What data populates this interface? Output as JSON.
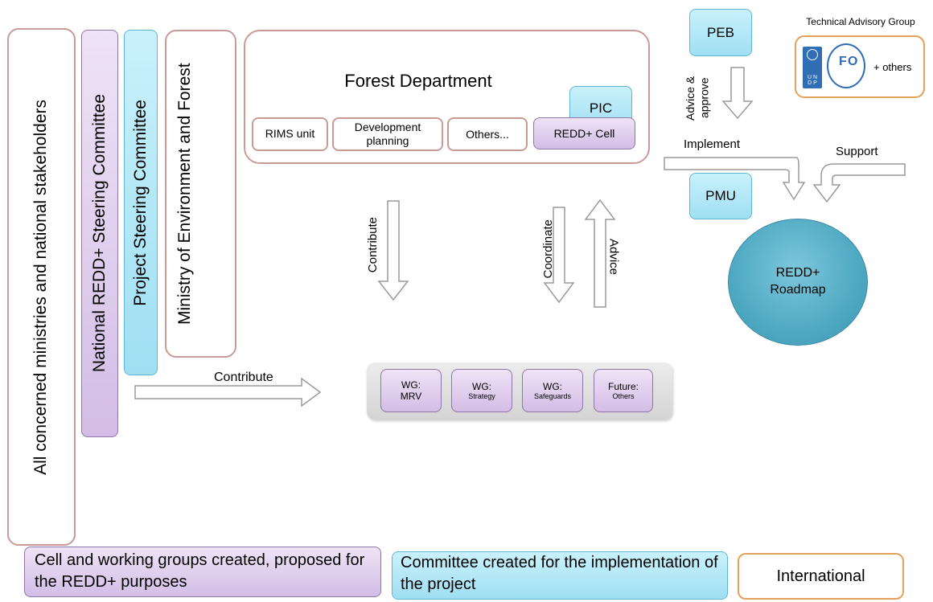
{
  "stakeholders": "All concerned ministries and national stakeholders",
  "national_steering": "National REDD+ Steering Committee",
  "project_steering": "Project Steering Committee",
  "ministry": "Ministry of Environment and Forest",
  "forest_department": {
    "title": "Forest Department",
    "pic": "PIC",
    "units": [
      "RIMS unit",
      "Development planning",
      "Others...",
      "REDD+ Cell"
    ]
  },
  "peb": "PEB",
  "pmu": "PMU",
  "tag": {
    "title": "Technical Advisory Group",
    "others": "+ others",
    "logos": [
      "undp-logo",
      "fao-logo"
    ]
  },
  "roadmap": "REDD+ Roadmap",
  "arrows": {
    "advice_approve": "Advice & approve",
    "implement": "Implement",
    "support": "Support",
    "contribute_vertical": "Contribute",
    "coordinate": "Coordinate",
    "advice": "Advice",
    "contribute_horizontal": "Contribute"
  },
  "working_groups": [
    {
      "title": "WG:",
      "sub": "MRV"
    },
    {
      "title": "WG:",
      "sub": "Strategy"
    },
    {
      "title": "WG:",
      "sub": "Safeguards"
    },
    {
      "title": "Future:",
      "sub": "Others"
    }
  ],
  "legend": {
    "purple": "Cell and working groups created, proposed for the REDD+ purposes",
    "cyan": "Committee created for the implementation of the project",
    "international": "International"
  },
  "colors": {
    "red_border": "#c99a96",
    "purple_fill": "#d3bde6",
    "cyan_fill": "#9fdff3",
    "orange_border": "#e3a15a",
    "roadmap_fill": "#4fa9c3"
  }
}
